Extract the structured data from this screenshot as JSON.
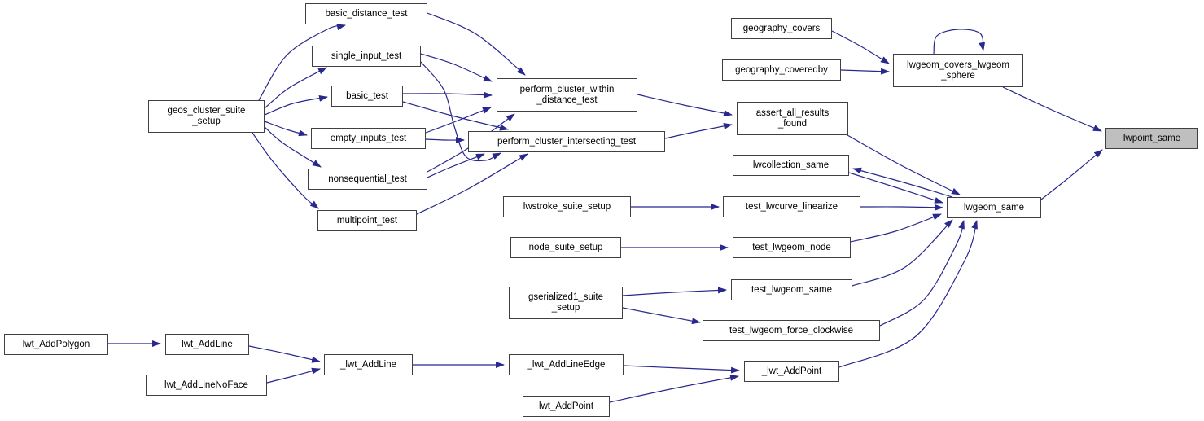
{
  "diagram": {
    "type": "call-graph",
    "colors": {
      "edge": "#28288d",
      "node_border": "#404040",
      "node_fill": "#ffffff",
      "highlight_fill": "#bfbfbf",
      "text": "#000000"
    },
    "highlighted_node": "lwpoint_same",
    "nodes": [
      {
        "id": "basic_distance_test",
        "lines": [
          "basic_distance_test"
        ],
        "highlighted": false
      },
      {
        "id": "single_input_test",
        "lines": [
          "single_input_test"
        ],
        "highlighted": false
      },
      {
        "id": "geos_cluster_suite_setup",
        "lines": [
          "geos_cluster_suite",
          "_setup"
        ],
        "highlighted": false
      },
      {
        "id": "basic_test",
        "lines": [
          "basic_test"
        ],
        "highlighted": false
      },
      {
        "id": "empty_inputs_test",
        "lines": [
          "empty_inputs_test"
        ],
        "highlighted": false
      },
      {
        "id": "nonsequential_test",
        "lines": [
          "nonsequential_test"
        ],
        "highlighted": false
      },
      {
        "id": "multipoint_test",
        "lines": [
          "multipoint_test"
        ],
        "highlighted": false
      },
      {
        "id": "perform_cluster_within_distance_test",
        "lines": [
          "perform_cluster_within",
          "_distance_test"
        ],
        "highlighted": false
      },
      {
        "id": "perform_cluster_intersecting_test",
        "lines": [
          "perform_cluster_intersecting_test"
        ],
        "highlighted": false
      },
      {
        "id": "geography_covers",
        "lines": [
          "geography_covers"
        ],
        "highlighted": false
      },
      {
        "id": "geography_coveredby",
        "lines": [
          "geography_coveredby"
        ],
        "highlighted": false
      },
      {
        "id": "lwgeom_covers_lwgeom_sphere",
        "lines": [
          "lwgeom_covers_lwgeom",
          "_sphere"
        ],
        "highlighted": false
      },
      {
        "id": "assert_all_results_found",
        "lines": [
          "assert_all_results",
          "_found"
        ],
        "highlighted": false
      },
      {
        "id": "lwcollection_same",
        "lines": [
          "lwcollection_same"
        ],
        "highlighted": false
      },
      {
        "id": "lwpoint_same",
        "lines": [
          "lwpoint_same"
        ],
        "highlighted": true
      },
      {
        "id": "lwgeom_same",
        "lines": [
          "lwgeom_same"
        ],
        "highlighted": false
      },
      {
        "id": "lwstroke_suite_setup",
        "lines": [
          "lwstroke_suite_setup"
        ],
        "highlighted": false
      },
      {
        "id": "test_lwcurve_linearize",
        "lines": [
          "test_lwcurve_linearize"
        ],
        "highlighted": false
      },
      {
        "id": "node_suite_setup",
        "lines": [
          "node_suite_setup"
        ],
        "highlighted": false
      },
      {
        "id": "test_lwgeom_node",
        "lines": [
          "test_lwgeom_node"
        ],
        "highlighted": false
      },
      {
        "id": "gserialized1_suite_setup",
        "lines": [
          "gserialized1_suite",
          "_setup"
        ],
        "highlighted": false
      },
      {
        "id": "test_lwgeom_same",
        "lines": [
          "test_lwgeom_same"
        ],
        "highlighted": false
      },
      {
        "id": "test_lwgeom_force_clockwise",
        "lines": [
          "test_lwgeom_force_clockwise"
        ],
        "highlighted": false
      },
      {
        "id": "lwt_AddPolygon",
        "lines": [
          "lwt_AddPolygon"
        ],
        "highlighted": false
      },
      {
        "id": "lwt_AddLine",
        "lines": [
          "lwt_AddLine"
        ],
        "highlighted": false
      },
      {
        "id": "lwt_AddLineNoFace",
        "lines": [
          "lwt_AddLineNoFace"
        ],
        "highlighted": false
      },
      {
        "id": "_lwt_AddLine",
        "lines": [
          "_lwt_AddLine"
        ],
        "highlighted": false
      },
      {
        "id": "_lwt_AddLineEdge",
        "lines": [
          "_lwt_AddLineEdge"
        ],
        "highlighted": false
      },
      {
        "id": "_lwt_AddPoint",
        "lines": [
          "_lwt_AddPoint"
        ],
        "highlighted": false
      },
      {
        "id": "lwt_AddPoint",
        "lines": [
          "lwt_AddPoint"
        ],
        "highlighted": false
      }
    ],
    "edges": [
      {
        "from": "geos_cluster_suite_setup",
        "to": "basic_distance_test"
      },
      {
        "from": "geos_cluster_suite_setup",
        "to": "single_input_test"
      },
      {
        "from": "geos_cluster_suite_setup",
        "to": "basic_test"
      },
      {
        "from": "geos_cluster_suite_setup",
        "to": "empty_inputs_test"
      },
      {
        "from": "geos_cluster_suite_setup",
        "to": "nonsequential_test"
      },
      {
        "from": "geos_cluster_suite_setup",
        "to": "multipoint_test"
      },
      {
        "from": "basic_distance_test",
        "to": "perform_cluster_within_distance_test"
      },
      {
        "from": "single_input_test",
        "to": "perform_cluster_within_distance_test"
      },
      {
        "from": "single_input_test",
        "to": "perform_cluster_intersecting_test"
      },
      {
        "from": "basic_test",
        "to": "perform_cluster_within_distance_test"
      },
      {
        "from": "basic_test",
        "to": "perform_cluster_intersecting_test"
      },
      {
        "from": "empty_inputs_test",
        "to": "perform_cluster_within_distance_test"
      },
      {
        "from": "empty_inputs_test",
        "to": "perform_cluster_intersecting_test"
      },
      {
        "from": "nonsequential_test",
        "to": "perform_cluster_within_distance_test"
      },
      {
        "from": "nonsequential_test",
        "to": "perform_cluster_intersecting_test"
      },
      {
        "from": "multipoint_test",
        "to": "perform_cluster_intersecting_test"
      },
      {
        "from": "perform_cluster_within_distance_test",
        "to": "assert_all_results_found"
      },
      {
        "from": "perform_cluster_intersecting_test",
        "to": "assert_all_results_found"
      },
      {
        "from": "geography_covers",
        "to": "lwgeom_covers_lwgeom_sphere"
      },
      {
        "from": "geography_coveredby",
        "to": "lwgeom_covers_lwgeom_sphere"
      },
      {
        "from": "lwgeom_covers_lwgeom_sphere",
        "to": "lwgeom_covers_lwgeom_sphere"
      },
      {
        "from": "lwgeom_covers_lwgeom_sphere",
        "to": "lwpoint_same"
      },
      {
        "from": "assert_all_results_found",
        "to": "lwgeom_same"
      },
      {
        "from": "lwgeom_same",
        "to": "lwcollection_same"
      },
      {
        "from": "lwcollection_same",
        "to": "lwgeom_same"
      },
      {
        "from": "test_lwcurve_linearize",
        "to": "lwgeom_same"
      },
      {
        "from": "test_lwgeom_node",
        "to": "lwgeom_same"
      },
      {
        "from": "test_lwgeom_same",
        "to": "lwgeom_same"
      },
      {
        "from": "test_lwgeom_force_clockwise",
        "to": "lwgeom_same"
      },
      {
        "from": "_lwt_AddPoint",
        "to": "lwgeom_same"
      },
      {
        "from": "lwgeom_same",
        "to": "lwpoint_same"
      },
      {
        "from": "lwstroke_suite_setup",
        "to": "test_lwcurve_linearize"
      },
      {
        "from": "node_suite_setup",
        "to": "test_lwgeom_node"
      },
      {
        "from": "gserialized1_suite_setup",
        "to": "test_lwgeom_same"
      },
      {
        "from": "gserialized1_suite_setup",
        "to": "test_lwgeom_force_clockwise"
      },
      {
        "from": "lwt_AddPolygon",
        "to": "lwt_AddLine"
      },
      {
        "from": "lwt_AddLine",
        "to": "_lwt_AddLine"
      },
      {
        "from": "lwt_AddLineNoFace",
        "to": "_lwt_AddLine"
      },
      {
        "from": "_lwt_AddLine",
        "to": "_lwt_AddLineEdge"
      },
      {
        "from": "_lwt_AddLineEdge",
        "to": "_lwt_AddPoint"
      },
      {
        "from": "lwt_AddPoint",
        "to": "_lwt_AddPoint"
      }
    ]
  }
}
